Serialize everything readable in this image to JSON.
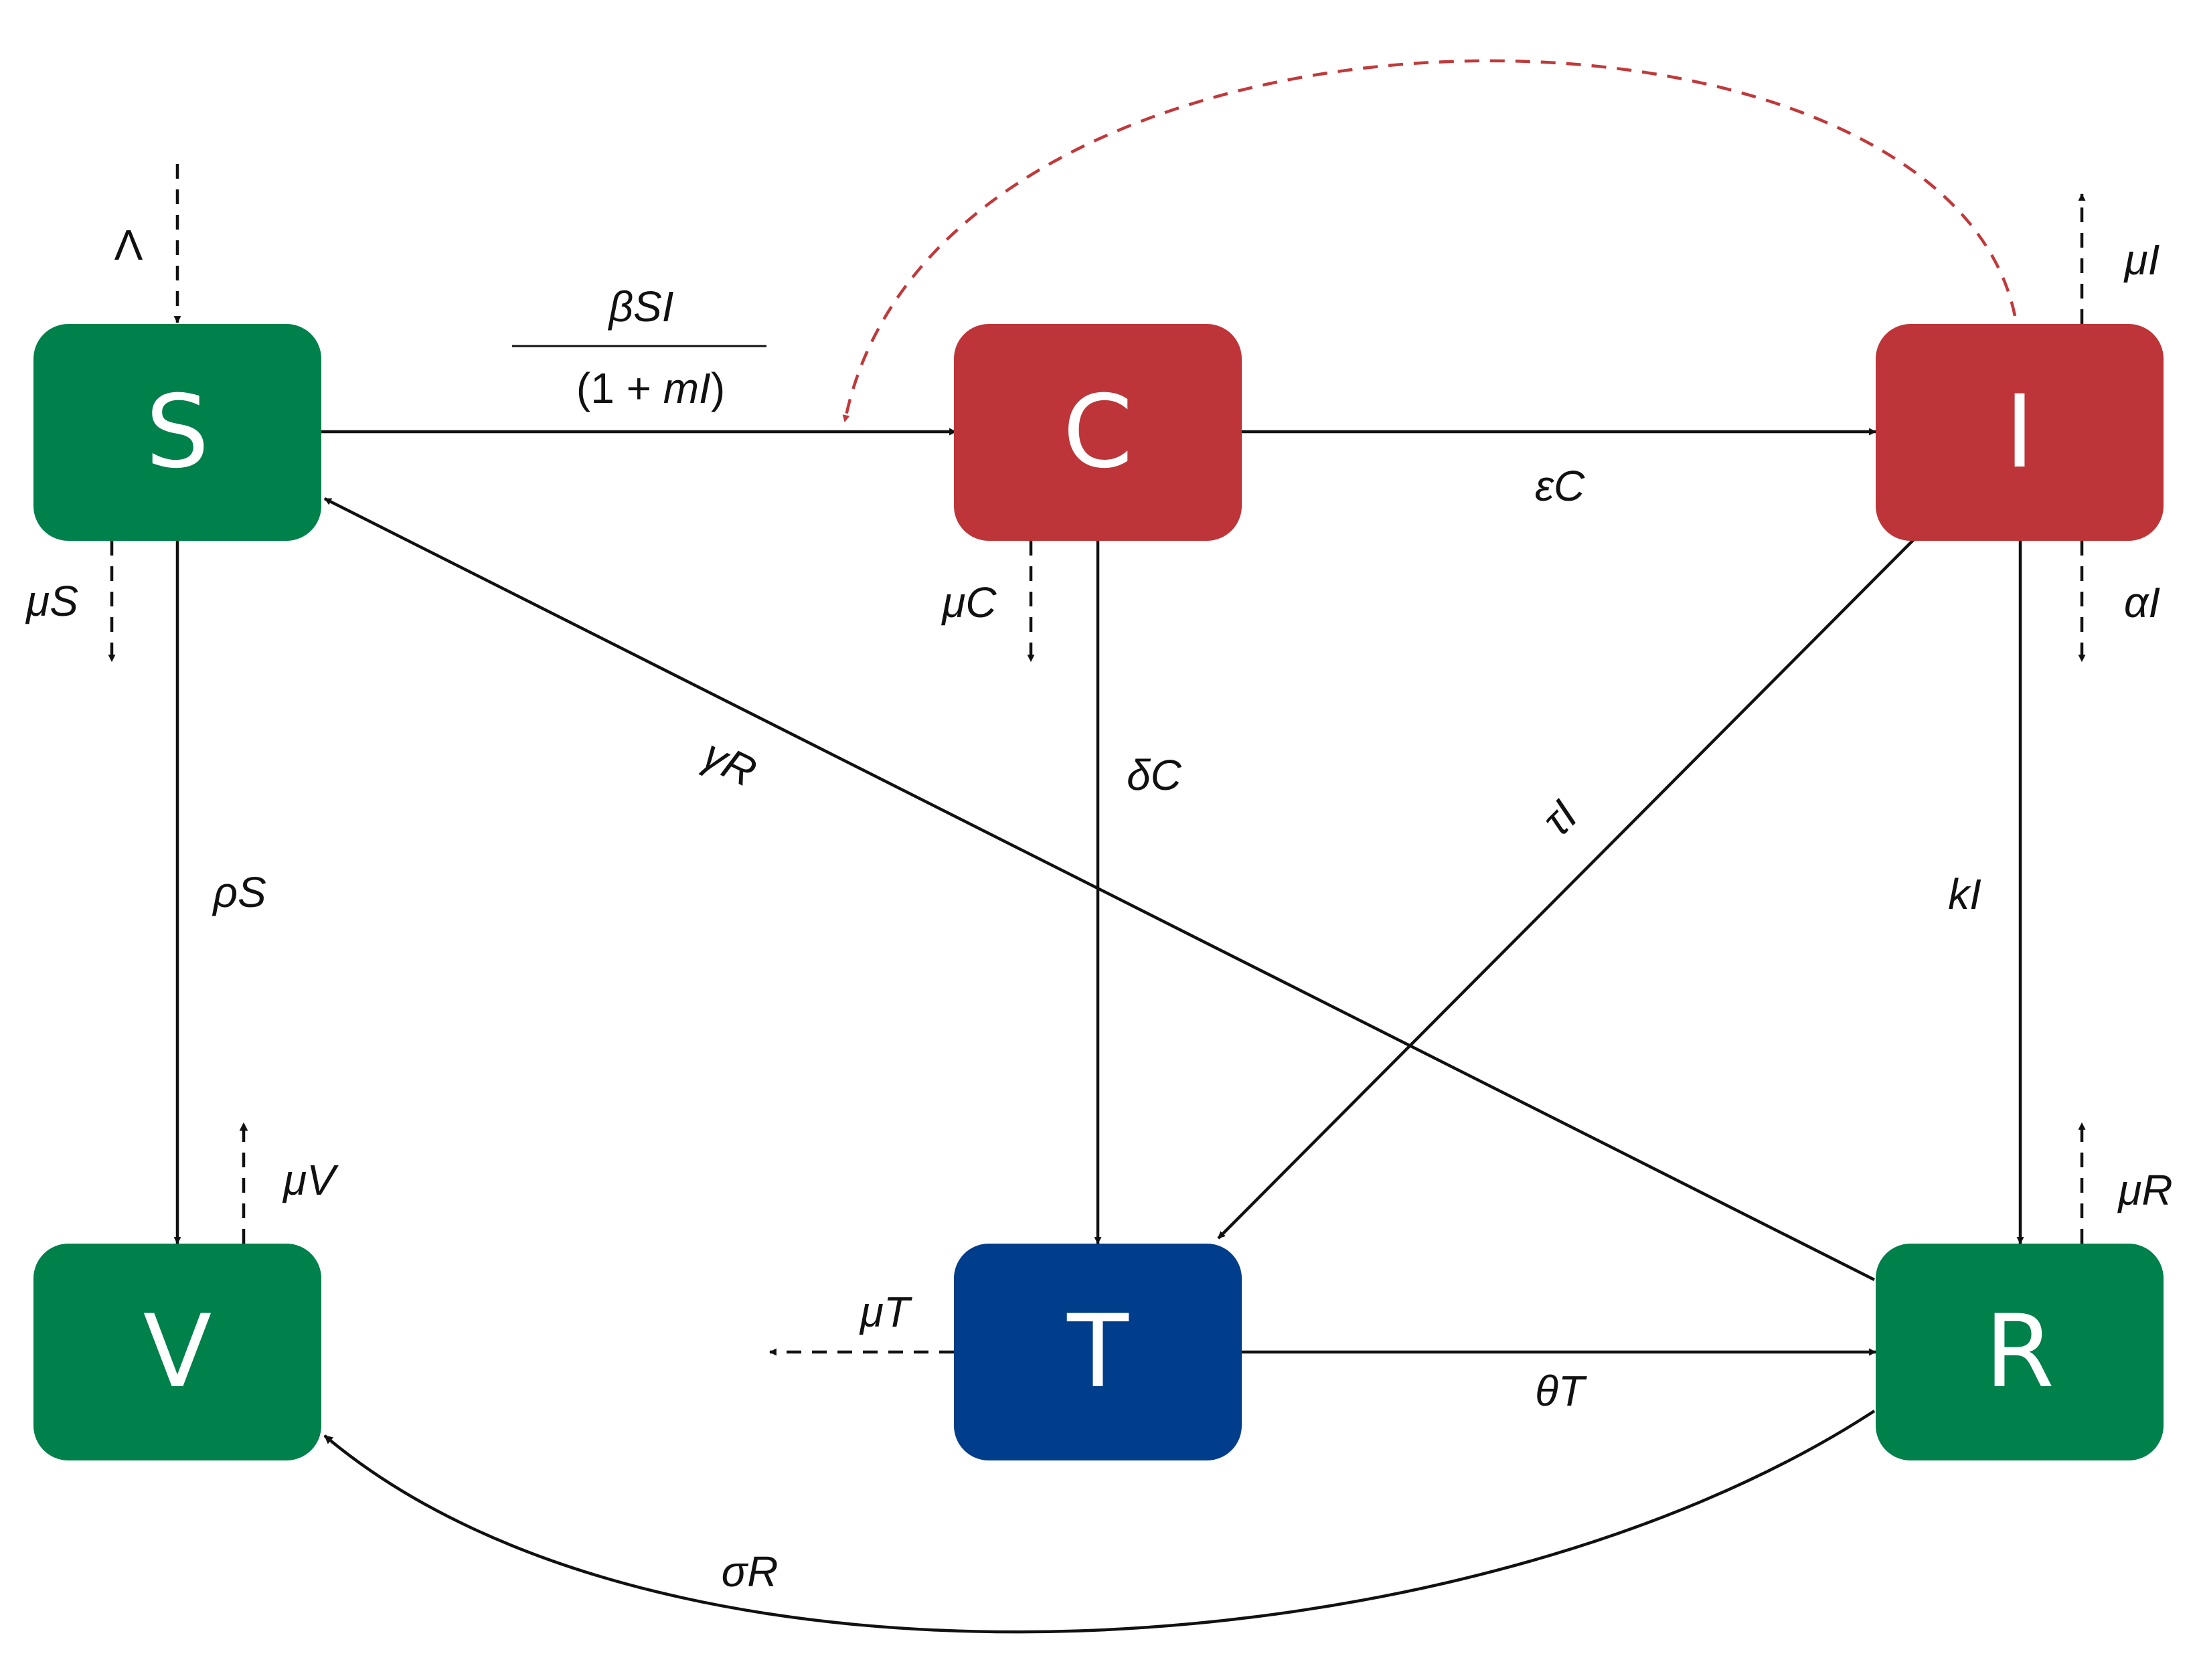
{
  "colors": {
    "green": "#00804a",
    "red": "#bd3538",
    "blue": "#003d8a",
    "feedback": "#c0393b",
    "line": "#111111"
  },
  "nodes": {
    "S": "S",
    "C": "C",
    "I": "I",
    "V": "V",
    "T": "T",
    "R": "R"
  },
  "rates": {
    "lambda": "Λ",
    "incidence_num": "βSI",
    "incidence_den_open": "(1 + ",
    "incidence_den_m": "mI",
    "incidence_den_close": ")",
    "mu_S": "μS",
    "mu_C": "μC",
    "mu_I": "μI",
    "alpha_I": "αI",
    "epsilon_C": "εC",
    "gamma_R": "γR",
    "delta_C": "δC",
    "tau_I": "τI",
    "k_I": "kI",
    "rho_S": "ρS",
    "mu_V": "μV",
    "mu_T": "μT",
    "mu_R": "μR",
    "theta_T": "θT",
    "sigma_R": "σR"
  }
}
